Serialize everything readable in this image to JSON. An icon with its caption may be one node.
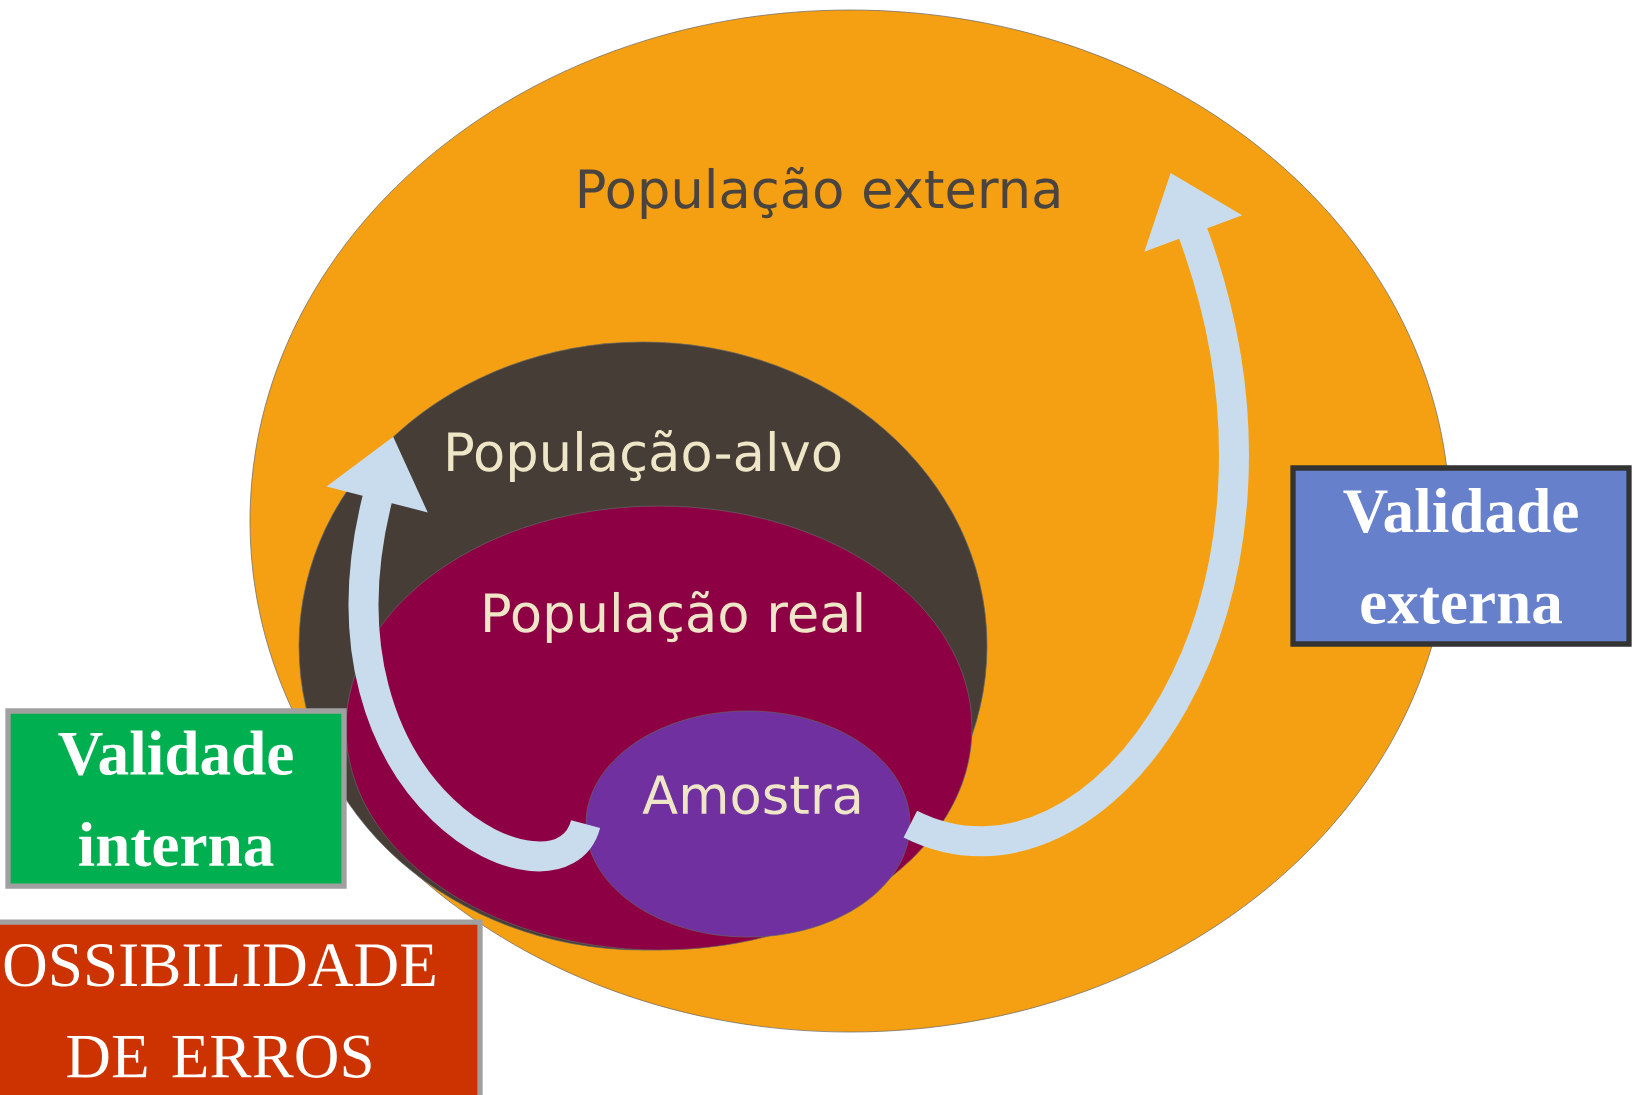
{
  "diagram": {
    "nodes": [
      {
        "text": [
          "População externa"
        ]
      },
      {
        "text": [
          "População-alvo"
        ],
        "in": 0
      },
      {
        "text": [
          "População real"
        ],
        "in": 1
      },
      {
        "text": [
          "Amostra"
        ],
        "in": 2
      },
      {
        "text": [
          "Validade interna"
        ]
      },
      {
        "text": [
          "Validade externa"
        ]
      },
      {
        "text": [
          "OSSIBILIDADE DE ERROS"
        ]
      }
    ],
    "edges": [
      {
        "from": 3,
        "to": 1,
        "arrow": "to"
      },
      {
        "from": 3,
        "to": 0,
        "arrow": "to"
      }
    ]
  }
}
